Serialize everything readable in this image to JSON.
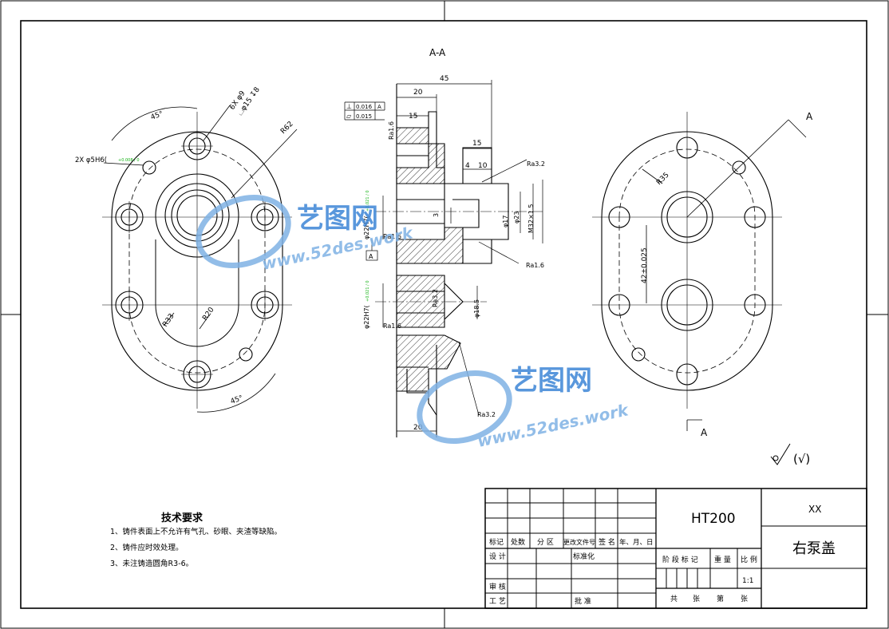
{
  "drawing": {
    "section_label": "A-A",
    "view_arrow_label_top": "A",
    "view_arrow_label_bottom": "A",
    "material": "HT200",
    "part_name": "右泵盖",
    "company": "XX",
    "scale_value": "1:1",
    "surface_symbol_note": "(√)"
  },
  "tech_requirements": {
    "title": "技术要求",
    "items": [
      "1、铸件表面上不允许有气孔、砂眼、夹渣等缺陷。",
      "2、铸件应时效处理。",
      "3、未注铸造圆角R3-6。"
    ]
  },
  "title_block": {
    "r_mark": "标记",
    "r_count": "处数",
    "r_zone": "分 区",
    "r_docno": "更改文件号",
    "r_sign": "签 名",
    "r_date": "年、月、日",
    "design": "设 计",
    "standard": "标准化",
    "review": "审 核",
    "process": "工 艺",
    "approve": "批 准",
    "stage_mark": "阶 段 标 记",
    "weight": "重 量",
    "scale": "比 例",
    "total": "共",
    "sheets": "张",
    "page": "第",
    "sheet2": "张"
  },
  "dimensions": {
    "left_view": {
      "angle_top": "45°",
      "angle_bottom": "45°",
      "holes_6": "6X φ9",
      "cbore": "⌴φ15 ↧8",
      "r62": "R62",
      "pin_holes": "2X φ5H6(",
      "pin_tol": "+0.008 / 0",
      "r33": "R33",
      "r20": "R20"
    },
    "section_view": {
      "d45": "45",
      "d20_top": "20",
      "d15a": "15",
      "d15b": "15",
      "d4": "4",
      "d10": "10",
      "d20_bot": "20",
      "perp": "⊥",
      "perp_val": "0.016",
      "perp_datum": "A",
      "flat": "▱",
      "flat_val": "0.015",
      "ra16_top": "Ra1.6",
      "ra32_right": "Ra3.2",
      "ra16_mid": "Ra1.6",
      "ra16_right": "Ra1.6",
      "ra32_mid": "Ra3.2",
      "ra16_low": "Ra1.6",
      "ra32_bottom": "Ra3.2",
      "bore_top": "φ22H7(",
      "bore_top_tol": "+0.021 / 0",
      "bore_low": "φ22H7(",
      "bore_low_tol": "+0.021 / 0",
      "d17": "φ17",
      "d23": "φ23",
      "thread": "M32×1.5",
      "d3": "3",
      "d185": "φ18.5",
      "datum_a": "A"
    },
    "right_view": {
      "r35": "R35",
      "center_dist": "42±0.025"
    }
  },
  "watermark": {
    "brand": "艺图网",
    "url": "www.52des.work"
  }
}
